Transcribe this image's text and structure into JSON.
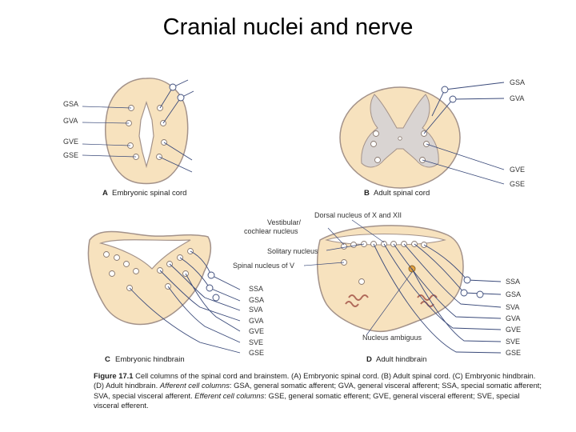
{
  "slide": {
    "title": "Cranial nuclei and nerve"
  },
  "panels": {
    "a": {
      "letter": "A",
      "title": "Embryonic spinal cord",
      "labels": [
        "GSA",
        "GVA",
        "GVE",
        "GSE"
      ]
    },
    "b": {
      "letter": "B",
      "title": "Adult spinal cord",
      "labels": [
        "GSA",
        "GVA",
        "GVE",
        "GSE"
      ]
    },
    "c": {
      "letter": "C",
      "title": "Embryonic hindbrain",
      "labels": [
        "SSA",
        "GSA",
        "SVA",
        "GVA",
        "GVE",
        "SVE",
        "GSE"
      ]
    },
    "d": {
      "letter": "D",
      "title": "Adult hindbrain",
      "labels": [
        "SSA",
        "GSA",
        "SVA",
        "GVA",
        "GVE",
        "SVE",
        "GSE"
      ],
      "nucleus_labels": {
        "dorsal": "Dorsal nucleus of X and XII",
        "vestibular_1": "Vestibular/",
        "vestibular_2": "cochlear nucleus",
        "solitary": "Solitary nucleus",
        "spinal_v": "Spinal nucleus of V",
        "ambiguus": "Nucleus ambiguus"
      }
    }
  },
  "caption": {
    "figure_number": "Figure 17.1",
    "title": "Cell columns of the spinal cord and brainstem.",
    "seg1": "(A) Embryonic spinal cord. (B) Adult spinal cord. (C) Embryonic hindbrain. (D) Adult hindbrain.",
    "afferent_heading": "Afferent cell columns",
    "seg2": ": GSA, general somatic afferent; GVA, general visceral afferent; SSA, special somatic afferent; SVA, special visceral afferent.",
    "efferent_heading": "Efferent cell columns",
    "seg3": ": GSE, general somatic efferent; GVE, general visceral efferent; SVE, special visceral efferent."
  },
  "colors": {
    "tissue": "#f7e2be",
    "grey_matter": "#d9d4d2",
    "outline": "#a3928a",
    "line": "#3a4a7a",
    "efferent_line": "#b02050"
  }
}
